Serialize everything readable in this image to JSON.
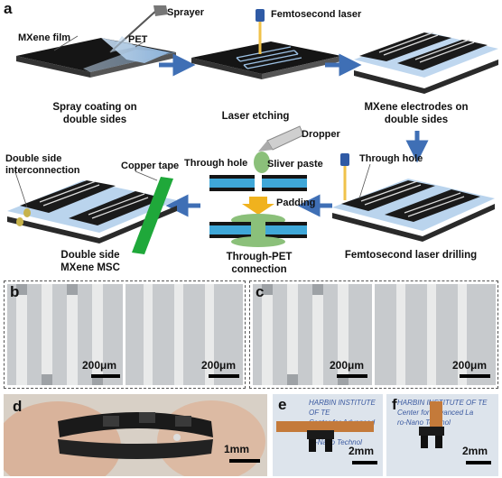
{
  "panel_a": {
    "letter": "a",
    "labels": {
      "sprayer": "Sprayer",
      "mxene_film": "MXene film",
      "pet": "PET",
      "fs_laser_top": "Femtosecond laser",
      "dropper": "Dropper",
      "double_side_interconnection": "Double side interconnection",
      "copper_tape": "Copper tape",
      "through_hole_mid": "Through hole",
      "sliver_paste": "Sliver paste",
      "padding": "Padding",
      "through_hole_right": "Through hole"
    },
    "captions": {
      "spray": "Spray coating on double sides",
      "laser_etch": "Laser etching",
      "electrodes": "MXene electrodes on double sides",
      "msc": "Double side MXene MSC",
      "through_pet": "Through-PET connection",
      "drilling": "Femtosecond laser drilling"
    },
    "colors": {
      "arrow": "#3f6fb5",
      "film": "#1c1c1c",
      "pet": "#9ec3e6",
      "paste": "#8bc07a",
      "tape": "#1fa83a"
    }
  },
  "panel_b": {
    "letter": "b",
    "scale_left": "200μm",
    "scale_right": "200μm"
  },
  "panel_c": {
    "letter": "c",
    "scale_left": "200μm",
    "scale_right": "200μm"
  },
  "panel_d": {
    "letter": "d",
    "scale": "1mm"
  },
  "panel_e": {
    "letter": "e",
    "scale": "2mm",
    "bg_text": [
      "HARBIN INSTITUTE OF TE",
      "Center for Advanced La",
      "ro-Nano Technol"
    ]
  },
  "panel_f": {
    "letter": "f",
    "scale": "2mm",
    "bg_text": [
      "HARBIN INSTITUTE OF TE",
      "Center for Advanced La",
      "ro-Nano Technol"
    ]
  }
}
